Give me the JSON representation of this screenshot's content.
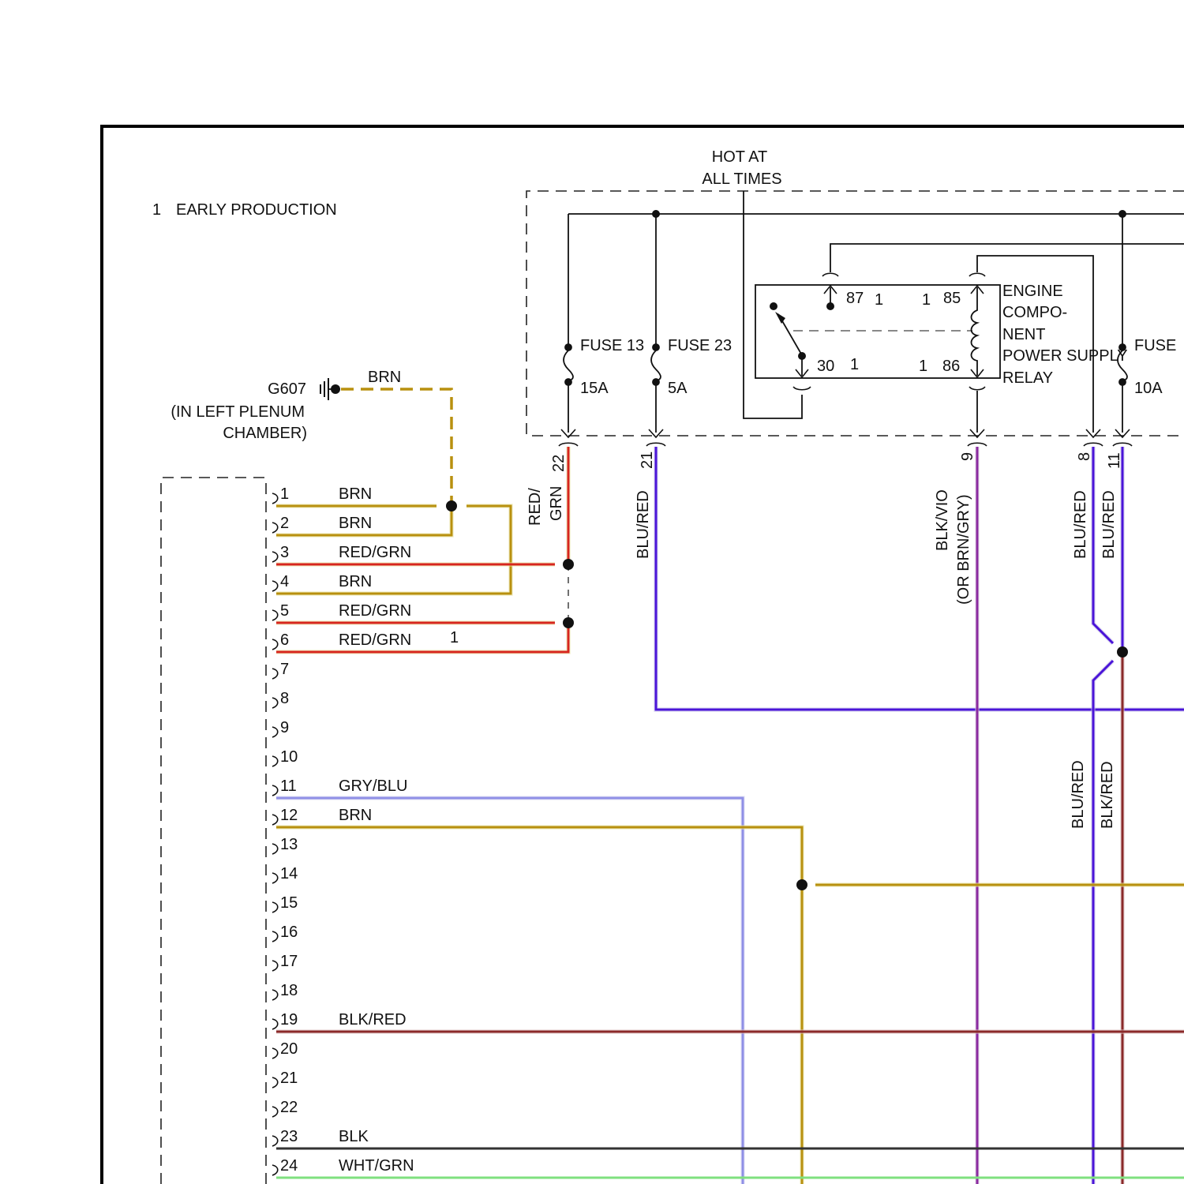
{
  "note": {
    "number": "1",
    "text": "EARLY PRODUCTION"
  },
  "fuse_box_label": {
    "line1": "HOT AT",
    "line2": "ALL TIMES"
  },
  "ground": {
    "id": "G607",
    "location_line1": "(IN LEFT PLENUM",
    "location_line2": "CHAMBER)",
    "wire_color": "BRN"
  },
  "fuses": [
    {
      "name": "FUSE 13",
      "rating": "15A"
    },
    {
      "name": "FUSE 23",
      "rating": "5A"
    },
    {
      "name": "FUSE",
      "rating": "10A"
    }
  ],
  "relay": {
    "name_lines": [
      "ENGINE",
      "COMPO-",
      "NENT",
      "POWER SUPPLY",
      "RELAY"
    ],
    "pin_87": "87",
    "pin_85": "85",
    "pin_30": "30",
    "pin_86": "86",
    "note_ref": "1"
  },
  "fuse_box_terminals": [
    {
      "pin": "22",
      "wire": [
        "RED/",
        "GRN"
      ]
    },
    {
      "pin": "21",
      "wire": [
        "BLU/RED"
      ]
    },
    {
      "pin": "9",
      "wire": [
        "BLK/VIO",
        "(OR BRN/GRY)"
      ]
    },
    {
      "pin": "8",
      "wire": [
        "BLU/RED"
      ]
    },
    {
      "pin": "11",
      "wire": [
        "BLU/RED"
      ]
    }
  ],
  "lower_wire_labels": [
    "BLU/RED",
    "BLK/RED"
  ],
  "connector_pins": [
    {
      "pin": "1",
      "wire": "BRN"
    },
    {
      "pin": "2",
      "wire": "BRN"
    },
    {
      "pin": "3",
      "wire": "RED/GRN"
    },
    {
      "pin": "4",
      "wire": "BRN"
    },
    {
      "pin": "5",
      "wire": "RED/GRN"
    },
    {
      "pin": "6",
      "wire": "RED/GRN",
      "note": "1"
    },
    {
      "pin": "7",
      "wire": ""
    },
    {
      "pin": "8",
      "wire": ""
    },
    {
      "pin": "9",
      "wire": ""
    },
    {
      "pin": "10",
      "wire": ""
    },
    {
      "pin": "11",
      "wire": "GRY/BLU"
    },
    {
      "pin": "12",
      "wire": "BRN"
    },
    {
      "pin": "13",
      "wire": ""
    },
    {
      "pin": "14",
      "wire": ""
    },
    {
      "pin": "15",
      "wire": ""
    },
    {
      "pin": "16",
      "wire": ""
    },
    {
      "pin": "17",
      "wire": ""
    },
    {
      "pin": "18",
      "wire": ""
    },
    {
      "pin": "19",
      "wire": "BLK/RED"
    },
    {
      "pin": "20",
      "wire": ""
    },
    {
      "pin": "21",
      "wire": ""
    },
    {
      "pin": "22",
      "wire": ""
    },
    {
      "pin": "23",
      "wire": "BLK"
    },
    {
      "pin": "24",
      "wire": "WHT/GRN"
    }
  ],
  "wire_colors": {
    "brown": "#b8900f",
    "red_green": "#d7261e",
    "blue_red": "#4a14d8",
    "blk_vio": "#8a2aa0",
    "blk_red": "#8b2a2a",
    "gry_blu": "#8f8fe6",
    "blk": "#333333",
    "wht_grn": "#7fe07f"
  }
}
